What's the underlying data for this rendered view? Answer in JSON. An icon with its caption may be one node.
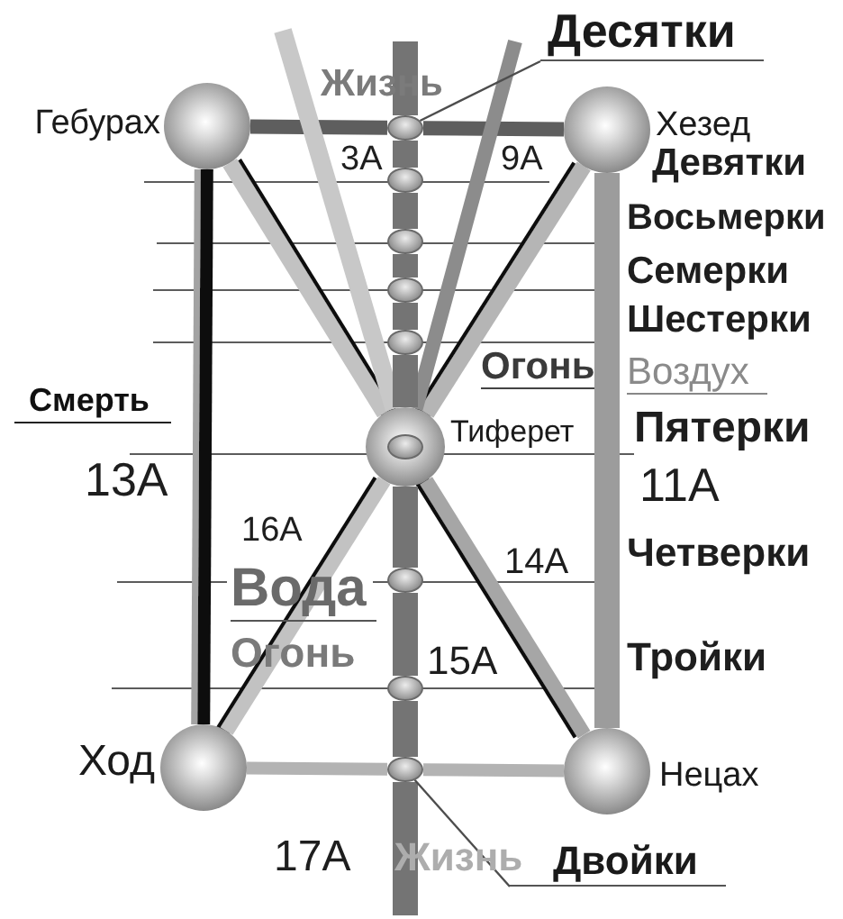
{
  "diagram": {
    "nodes": [
      {
        "text": [
          "Гебурах"
        ]
      },
      {
        "text": [
          "Хезед"
        ]
      },
      {
        "text": [
          "Тиферет"
        ]
      },
      {
        "text": [
          "Ход"
        ]
      },
      {
        "text": [
          "Нецах"
        ]
      },
      {
        "text": [],
        "shape": "ellipse"
      },
      {
        "text": [],
        "shape": "ellipse"
      },
      {
        "text": [],
        "shape": "ellipse"
      },
      {
        "text": [],
        "shape": "ellipse"
      },
      {
        "text": [],
        "shape": "ellipse"
      },
      {
        "text": [],
        "shape": "ellipse"
      },
      {
        "text": [],
        "shape": "ellipse"
      },
      {
        "text": [],
        "shape": "ellipse"
      },
      {
        "text": [
          "Десятки"
        ]
      },
      {
        "text": [
          "Двойки"
        ]
      },
      {
        "text": [],
        "shape": "ellipse",
        "in": 2
      }
    ],
    "edges": [
      {
        "from": 0,
        "to": 5,
        "arrow": "none",
        "color": "#5e5e5e"
      },
      {
        "from": 5,
        "to": 1,
        "arrow": "none",
        "color": "#5e5e5e"
      },
      {
        "from": 0,
        "to": 3,
        "arrow": "none",
        "label": "13А",
        "color": "#111111"
      },
      {
        "from": 1,
        "to": 4,
        "arrow": "none",
        "label": "11А",
        "color": "#9c9c9c"
      },
      {
        "from": 3,
        "to": 12,
        "arrow": "none",
        "label": "17А",
        "color": "#b3b3b3"
      },
      {
        "from": 12,
        "to": 4,
        "arrow": "none",
        "color": "#b3b3b3"
      },
      {
        "from": 0,
        "to": 2,
        "arrow": "none",
        "color": "#c2c2c2"
      },
      {
        "from": 1,
        "to": 2,
        "arrow": "none",
        "color": "#b5b5b5"
      },
      {
        "from": 2,
        "to": 3,
        "arrow": "none",
        "label": "16А",
        "color": "#c2c2c2"
      },
      {
        "from": 2,
        "to": 4,
        "arrow": "none",
        "label": "14А",
        "color": "#a6a6a6"
      },
      {
        "from": null,
        "to": 2,
        "arrow": "none",
        "label": "3А",
        "color": "#c8c8c8"
      },
      {
        "from": null,
        "to": 2,
        "arrow": "none",
        "label": "9А",
        "color": "#8c8c8c"
      },
      {
        "from": null,
        "to": 5,
        "arrow": "none"
      },
      {
        "from": 5,
        "to": 6,
        "arrow": "none"
      },
      {
        "from": 6,
        "to": 7,
        "arrow": "none"
      },
      {
        "from": 7,
        "to": 8,
        "arrow": "none"
      },
      {
        "from": 8,
        "to": 9,
        "arrow": "none"
      },
      {
        "from": 9,
        "to": 2,
        "arrow": "none"
      },
      {
        "from": 2,
        "to": 10,
        "arrow": "none"
      },
      {
        "from": 10,
        "to": 11,
        "arrow": "none",
        "label": "15А"
      },
      {
        "from": 11,
        "to": 12,
        "arrow": "none"
      },
      {
        "from": 12,
        "to": null,
        "arrow": "none"
      },
      {
        "from": 13,
        "to": 5,
        "arrow": "none",
        "color": "#4d4d4d"
      },
      {
        "from": 14,
        "to": 12,
        "arrow": "none",
        "color": "#4d4d4d"
      }
    ],
    "labels": [
      "Жизнь",
      "Девятки",
      "Восьмерки",
      "Семерки",
      "Шестерки",
      "Огонь",
      "Воздух",
      "Смерть",
      "Пятерки",
      "Четверки",
      "Вода",
      "Огонь",
      "Тройки",
      "Жизнь"
    ]
  }
}
